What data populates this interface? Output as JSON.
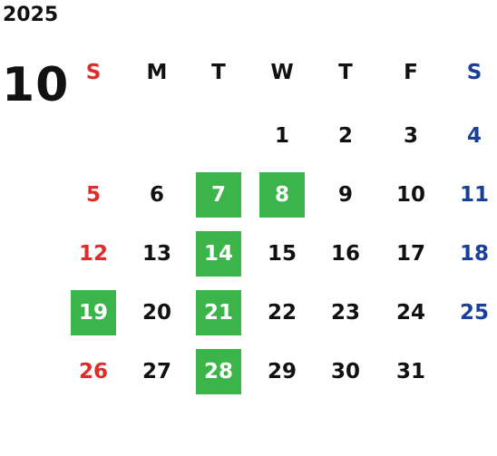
{
  "calendar": {
    "year": "2025",
    "month": "10",
    "weekdays": [
      "S",
      "M",
      "T",
      "W",
      "T",
      "F",
      "S"
    ],
    "weeks": [
      [
        "",
        "",
        "",
        "1",
        "2",
        "3",
        "4"
      ],
      [
        "5",
        "6",
        "7",
        "8",
        "9",
        "10",
        "11"
      ],
      [
        "12",
        "13",
        "14",
        "15",
        "16",
        "17",
        "18"
      ],
      [
        "19",
        "20",
        "21",
        "22",
        "23",
        "24",
        "25"
      ],
      [
        "26",
        "27",
        "28",
        "29",
        "30",
        "31",
        ""
      ]
    ],
    "highlighted_days": [
      "7",
      "8",
      "14",
      "19",
      "21",
      "28"
    ]
  },
  "colors": {
    "sunday": "#e02b2b",
    "saturday": "#1a3f99",
    "weekday": "#111111",
    "highlight_bg": "#3bb54a",
    "highlight_text": "#ffffff"
  }
}
